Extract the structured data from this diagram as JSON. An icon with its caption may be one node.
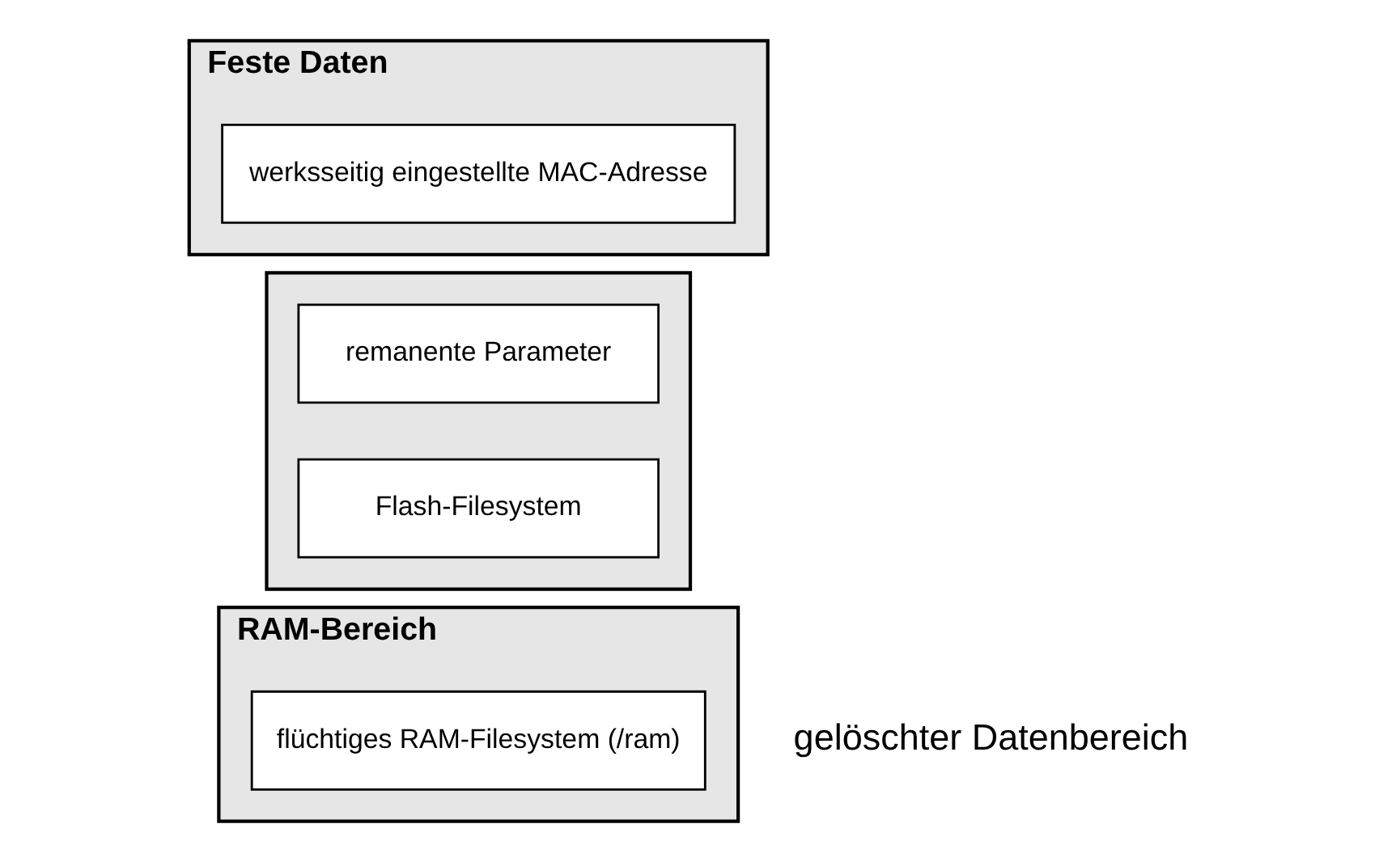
{
  "diagram": {
    "nodes": [
      {
        "text": [
          "Feste Daten"
        ]
      },
      {
        "text": [
          "werksseitig eingestellte MAC-Adresse"
        ],
        "in": 0
      },
      {
        "text": [],
        "shape": "box"
      },
      {
        "text": [
          "remanente Parameter"
        ],
        "in": 2
      },
      {
        "text": [
          "Flash-Filesystem"
        ],
        "in": 2
      },
      {
        "text": [
          "RAM-Bereich"
        ],
        "beside": [
          "gelöschter Datenbereich"
        ]
      },
      {
        "text": [
          "flüchtiges RAM-Filesystem (/ram)"
        ],
        "in": 5
      }
    ],
    "edges": []
  }
}
